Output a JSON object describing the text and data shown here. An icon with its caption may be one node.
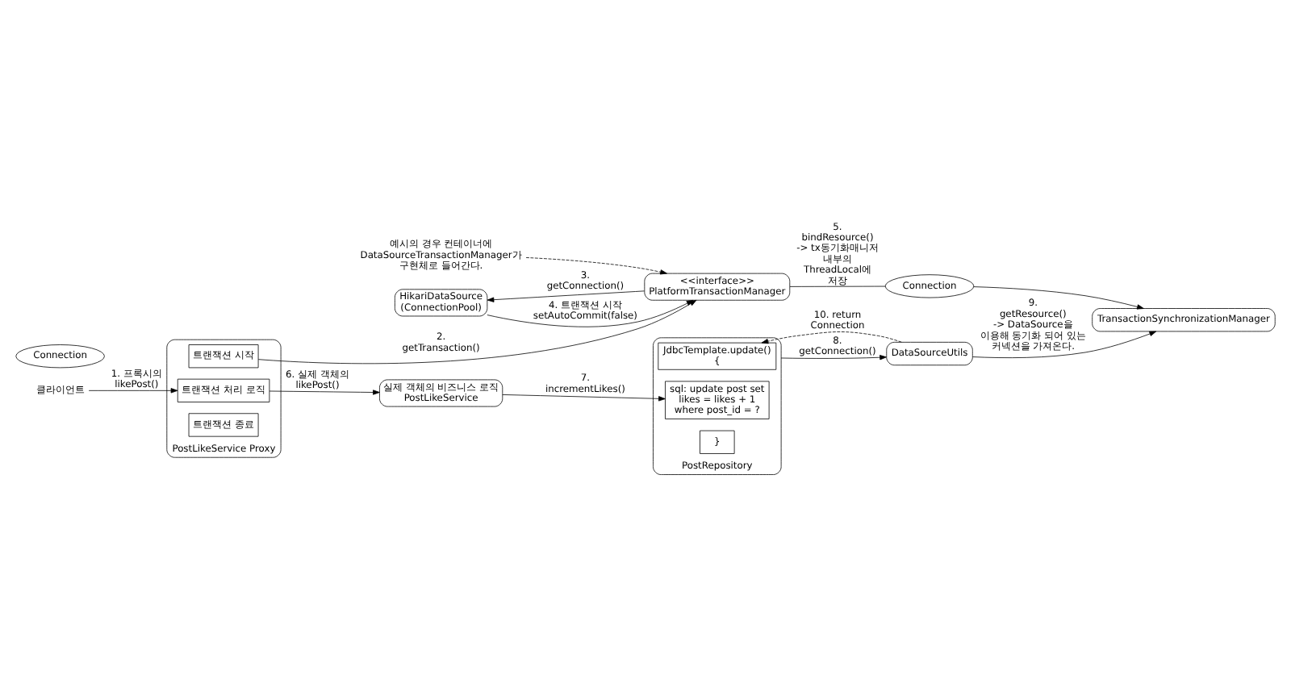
{
  "diagram": {
    "nodes": [
      {
        "text": [
          "HikariDataSource (ConnectionPool)"
        ]
      },
      {
        "text": [
          "Connection"
        ]
      },
      {
        "text": [
          "예시의 경우 컨테이너에 DataSourceTransactionManager가 구현체로 들어간다."
        ]
      },
      {
        "text": [
          "<<interface>> PlatformTransactionManager"
        ]
      },
      {
        "text": [
          "Connection"
        ]
      },
      {
        "text": [
          "TransactionSynchronizationManager"
        ]
      },
      {
        "text": [
          "DataSourceUtils"
        ]
      },
      {
        "text": [
          "클라이언트"
        ]
      },
      {
        "text": [
          "PostLikeService Proxy"
        ]
      },
      {
        "text": [
          "트랜잭션 시작"
        ],
        "in": 8
      },
      {
        "text": [
          "트랜잭션 처리 로직"
        ],
        "in": 8
      },
      {
        "text": [
          "트랜잭션 종료"
        ],
        "in": 8
      },
      {
        "text": [
          "실제 객체의 비즈니스 로직",
          "PostLikeService"
        ]
      },
      {
        "text": [
          "PostRepository"
        ]
      },
      {
        "text": [
          "JdbcTemplate.update() {"
        ],
        "in": 13
      },
      {
        "text": [
          "sql: update post set likes = likes + 1 where post_id = ?"
        ],
        "in": 13
      },
      {
        "text": [
          "}"
        ],
        "in": 13
      }
    ],
    "edges": [
      {
        "from": 7,
        "to": 10,
        "arrow": "to",
        "label": "1. 프록시의 likePost()"
      },
      {
        "from": 9,
        "to": 3,
        "arrow": "to",
        "label": "2. getTransaction()"
      },
      {
        "from": 3,
        "to": 0,
        "arrow": "to",
        "label": "3. getConnection()"
      },
      {
        "from": 0,
        "to": 3,
        "arrow": "to",
        "label": "4. 트랜잭션 시작 setAutoCommit(false)"
      },
      {
        "from": 2,
        "to": 3,
        "arrow": "to",
        "style": "dashed"
      },
      {
        "from": 3,
        "to": 4,
        "arrow": "none",
        "label": "5. bindResource() -> tx동기화매니저 내부의 ThreadLocal에 저장"
      },
      {
        "from": 4,
        "to": 5,
        "arrow": "to"
      },
      {
        "from": 10,
        "to": 12,
        "arrow": "to",
        "label": "6. 실제 객체의 likePost()"
      },
      {
        "from": 12,
        "to": 15,
        "arrow": "to",
        "label": "7. incrementLikes()"
      },
      {
        "from": 13,
        "to": 6,
        "arrow": "to",
        "label": "8. getConnection()"
      },
      {
        "from": 6,
        "to": 5,
        "arrow": "to",
        "label": "9. getResource() -> DataSource을 이용해 동기화 되어 있는 커넥션을 가져온다."
      },
      {
        "from": 6,
        "to": 14,
        "arrow": "to",
        "style": "dashed",
        "label": "10. return Connection"
      }
    ]
  }
}
